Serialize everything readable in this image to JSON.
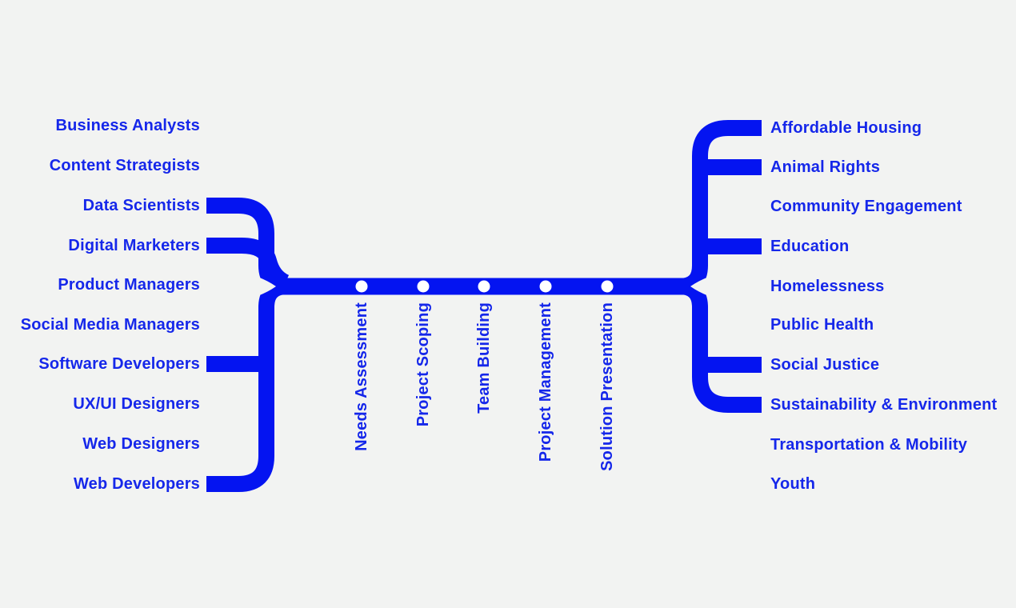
{
  "palette": {
    "background_color": "#f2f3f2",
    "line_color": "#0414f1",
    "label_color": "#1527ea",
    "station_dot_color": "#ffffff"
  },
  "diagram": {
    "left_column": {
      "items": [
        {
          "label": "Business Analysts",
          "connected": false
        },
        {
          "label": "Content Strategists",
          "connected": false
        },
        {
          "label": "Data Scientists",
          "connected": true
        },
        {
          "label": "Digital Marketers",
          "connected": true
        },
        {
          "label": "Product Managers",
          "connected": false
        },
        {
          "label": "Social Media Managers",
          "connected": false
        },
        {
          "label": "Software Developers",
          "connected": true
        },
        {
          "label": "UX/UI Designers",
          "connected": false
        },
        {
          "label": "Web Designers",
          "connected": false
        },
        {
          "label": "Web Developers",
          "connected": true
        }
      ]
    },
    "stations": {
      "items": [
        {
          "label": "Needs Assessment"
        },
        {
          "label": "Project Scoping"
        },
        {
          "label": "Team Building"
        },
        {
          "label": "Project Management"
        },
        {
          "label": "Solution Presentation"
        }
      ]
    },
    "right_column": {
      "items": [
        {
          "label": "Affordable Housing",
          "connected": true
        },
        {
          "label": "Animal Rights",
          "connected": true
        },
        {
          "label": "Community Engagement",
          "connected": false
        },
        {
          "label": "Education",
          "connected": true
        },
        {
          "label": "Homelessness",
          "connected": false
        },
        {
          "label": "Public Health",
          "connected": false
        },
        {
          "label": "Social Justice",
          "connected": true
        },
        {
          "label": "Sustainability & Environment",
          "connected": true
        },
        {
          "label": "Transportation & Mobility",
          "connected": false
        },
        {
          "label": "Youth",
          "connected": false
        }
      ]
    }
  }
}
